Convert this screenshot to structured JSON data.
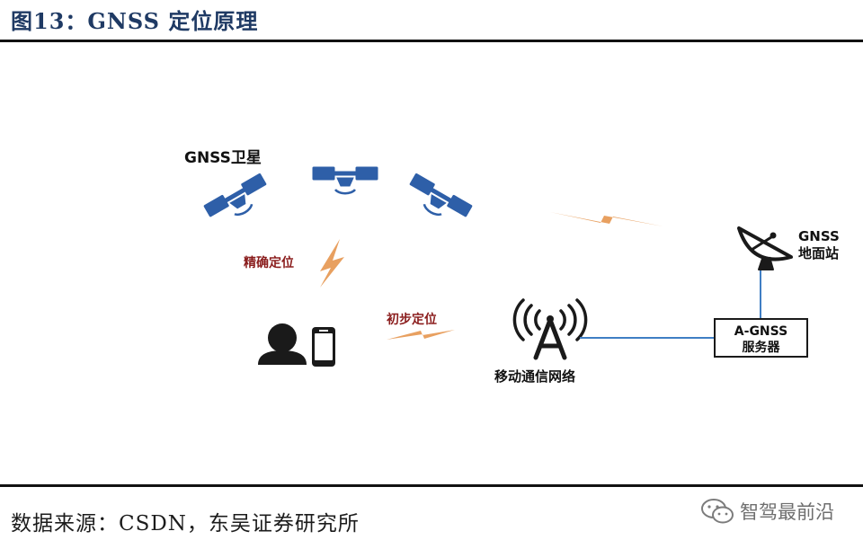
{
  "figure": {
    "title": "图13：GNSS 定位原理",
    "source": "数据来源：CSDN，东吴证券研究所",
    "watermark": "智驾最前沿"
  },
  "diagram": {
    "satellite_label": "GNSS卫星",
    "precise_label": "精确定位",
    "initial_label": "初步定位",
    "network_label": "移动通信网络",
    "station_label_line1": "GNSS",
    "station_label_line2": "地面站",
    "server_label_line1": "A-GNSS",
    "server_label_line2": "服务器"
  },
  "colors": {
    "satellite": "#2e5fa8",
    "lightning": "#e8a060",
    "link_line": "#3f7ec4",
    "title": "#1f3a64",
    "red_label": "#8a1c1c",
    "icon_dark": "#1a1a1a"
  }
}
